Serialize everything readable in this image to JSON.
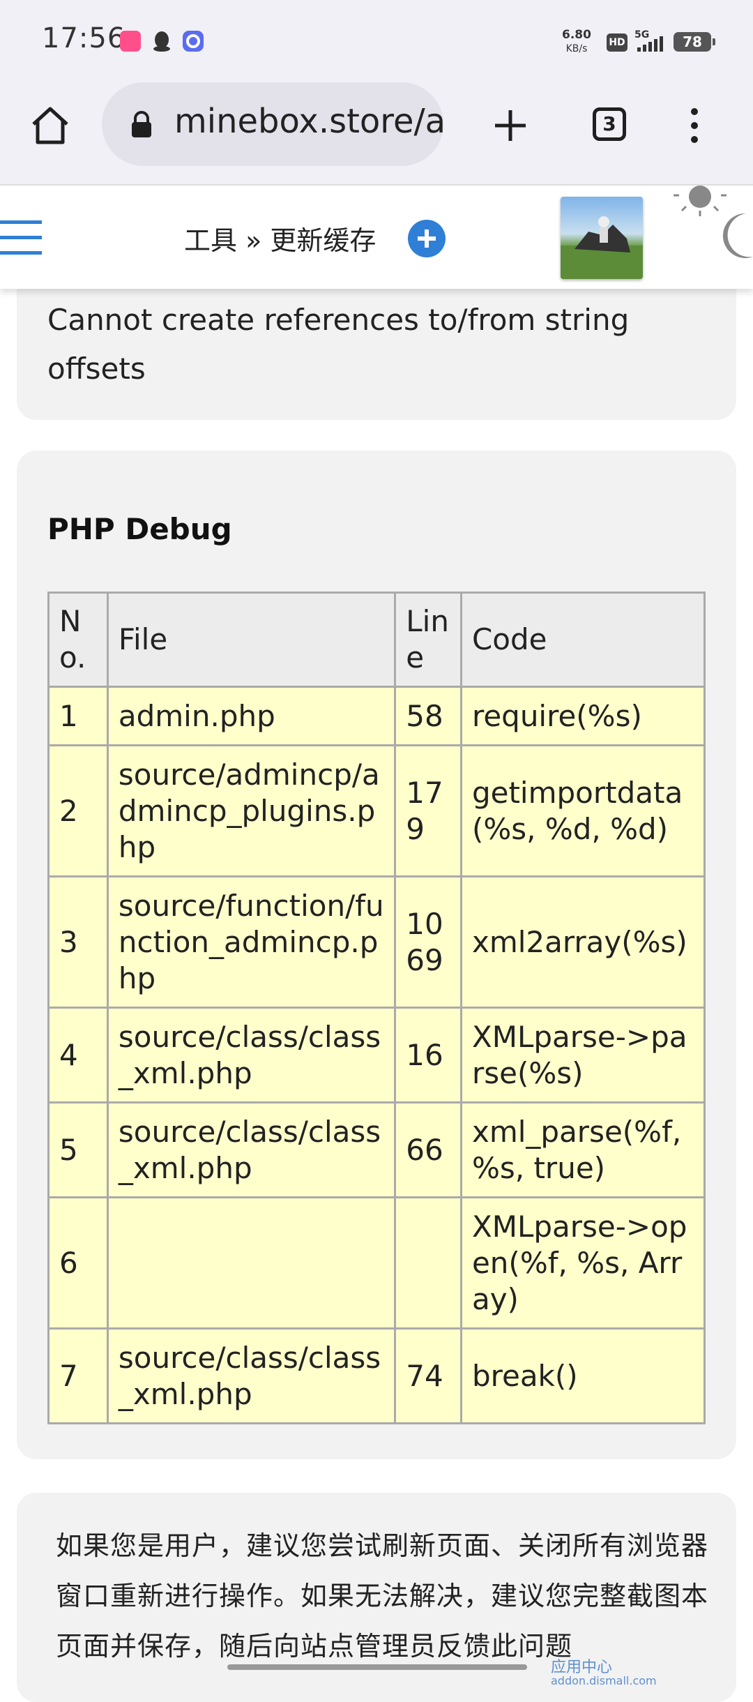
{
  "status_bar": {
    "time": "17:56",
    "net_speed_value": "6.80",
    "net_speed_unit": "KB/s",
    "hd_badge": "HD",
    "network": "5G",
    "battery": "78"
  },
  "browser": {
    "url": "minebox.store/a",
    "tab_count": "3"
  },
  "site_header": {
    "breadcrumb": "工具 » 更新缓存"
  },
  "error": {
    "message": "Cannot create references to/from string offsets"
  },
  "debug": {
    "title": "PHP Debug",
    "columns": [
      "No.",
      "File",
      "Line",
      "Code"
    ],
    "rows": [
      {
        "no": "1",
        "file": "admin.php",
        "line": "58",
        "code": "require(%s)"
      },
      {
        "no": "2",
        "file": "source/admincp/admincp_plugins.php",
        "line": "179",
        "code": "getimportdata(%s, %d, %d)"
      },
      {
        "no": "3",
        "file": "source/function/function_admincp.php",
        "line": "1069",
        "code": "xml2array(%s)"
      },
      {
        "no": "4",
        "file": "source/class/class_xml.php",
        "line": "16",
        "code": "XMLparse->parse(%s)"
      },
      {
        "no": "5",
        "file": "source/class/class_xml.php",
        "line": "66",
        "code": "xml_parse(%f, %s, true)"
      },
      {
        "no": "6",
        "file": "",
        "line": "",
        "code": "XMLparse->open(%f, %s, Array)"
      },
      {
        "no": "7",
        "file": "source/class/class_xml.php",
        "line": "74",
        "code": "break()"
      }
    ]
  },
  "hint": {
    "text": "如果您是用户，建议您尝试刷新页面、关闭所有浏览器窗口重新进行操作。如果无法解决，建议您完整截图本页面并保存，随后向站点管理员反馈此问题"
  },
  "watermark": {
    "title": "应用中心",
    "domain": "addon.dismall.com"
  },
  "colors": {
    "accent_blue": "#2f7fd6",
    "row_yellow": "#ffffcc",
    "card_gray": "#f2f2f2"
  }
}
